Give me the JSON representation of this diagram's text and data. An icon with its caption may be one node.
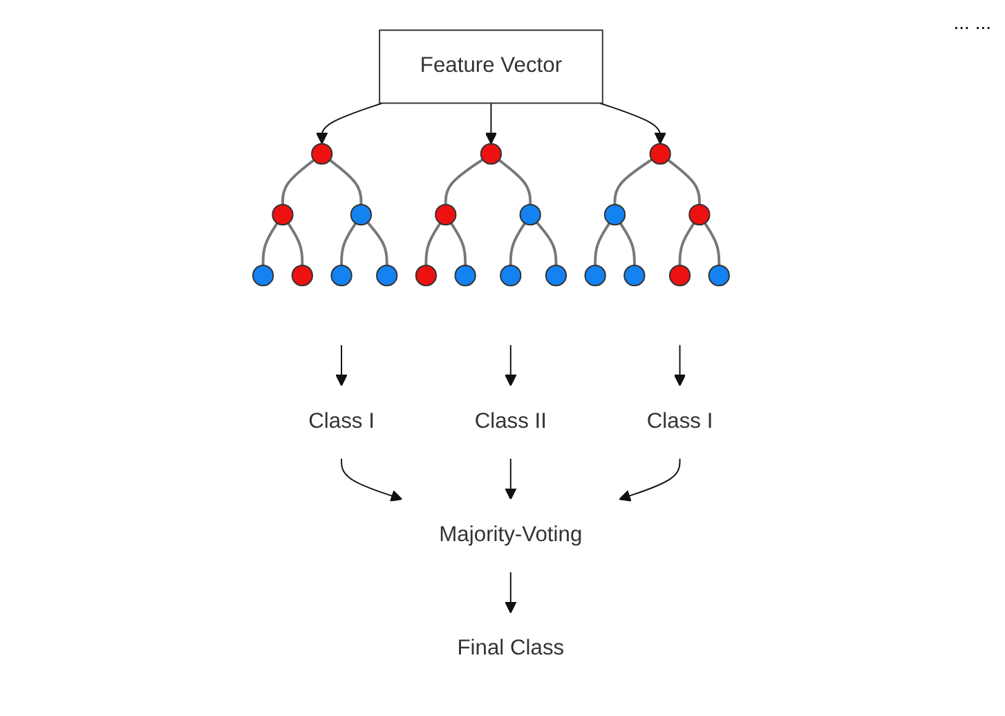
{
  "diagram": {
    "nodes": [
      {
        "text": [
          "Feature Vector"
        ]
      },
      {
        "text": [],
        "shape": "circle"
      },
      {
        "text": [],
        "shape": "circle"
      },
      {
        "text": [],
        "shape": "circle"
      },
      {
        "text": [],
        "shape": "circle"
      },
      {
        "text": [],
        "shape": "circle"
      },
      {
        "text": [],
        "shape": "circle"
      },
      {
        "text": [],
        "shape": "circle"
      },
      {
        "text": [],
        "shape": "circle"
      },
      {
        "text": [],
        "shape": "circle"
      },
      {
        "text": [],
        "shape": "circle"
      },
      {
        "text": [],
        "shape": "circle"
      },
      {
        "text": [],
        "shape": "circle"
      },
      {
        "text": [],
        "shape": "circle"
      },
      {
        "text": [],
        "shape": "circle"
      },
      {
        "text": [],
        "shape": "circle"
      },
      {
        "text": [],
        "shape": "circle"
      },
      {
        "text": [],
        "shape": "circle"
      },
      {
        "text": [],
        "shape": "circle"
      },
      {
        "text": [],
        "shape": "circle"
      },
      {
        "text": [],
        "shape": "circle"
      },
      {
        "text": [],
        "shape": "circle"
      },
      {
        "text": [
          "Class I"
        ]
      },
      {
        "text": [
          "Class II"
        ]
      },
      {
        "text": [
          "Class I"
        ]
      },
      {
        "text": [
          "Majority-Voting"
        ]
      },
      {
        "text": [
          "Final Class"
        ]
      }
    ],
    "edges": [
      {
        "from": 0,
        "to": 1,
        "arrow": "to",
        "color": "#111111"
      },
      {
        "from": 0,
        "to": 8,
        "arrow": "to",
        "color": "#111111"
      },
      {
        "from": 0,
        "to": 15,
        "arrow": "to",
        "color": "#111111"
      },
      {
        "from": 1,
        "to": 2,
        "arrow": "none"
      },
      {
        "from": 1,
        "to": 3,
        "arrow": "none"
      },
      {
        "from": 2,
        "to": 4,
        "arrow": "none"
      },
      {
        "from": 2,
        "to": 5,
        "arrow": "none"
      },
      {
        "from": 3,
        "to": 6,
        "arrow": "none"
      },
      {
        "from": 3,
        "to": 7,
        "arrow": "none"
      },
      {
        "from": 8,
        "to": 9,
        "arrow": "none"
      },
      {
        "from": 8,
        "to": 10,
        "arrow": "none"
      },
      {
        "from": 9,
        "to": 11,
        "arrow": "none"
      },
      {
        "from": 9,
        "to": 12,
        "arrow": "none"
      },
      {
        "from": 10,
        "to": 13,
        "arrow": "none"
      },
      {
        "from": 10,
        "to": 14,
        "arrow": "none"
      },
      {
        "from": 15,
        "to": 16,
        "arrow": "none"
      },
      {
        "from": 15,
        "to": 17,
        "arrow": "none"
      },
      {
        "from": 16,
        "to": 18,
        "arrow": "none"
      },
      {
        "from": 16,
        "to": 19,
        "arrow": "none"
      },
      {
        "from": 17,
        "to": 20,
        "arrow": "none"
      },
      {
        "from": 17,
        "to": 21,
        "arrow": "none"
      },
      {
        "from": null,
        "to": 22,
        "arrow": "to",
        "color": "#111111"
      },
      {
        "from": null,
        "to": 23,
        "arrow": "to",
        "color": "#111111"
      },
      {
        "from": null,
        "to": 24,
        "arrow": "to",
        "color": "#111111"
      },
      {
        "from": 22,
        "to": 25,
        "arrow": "to",
        "color": "#111111"
      },
      {
        "from": 23,
        "to": 25,
        "arrow": "to",
        "color": "#111111"
      },
      {
        "from": 24,
        "to": 25,
        "arrow": "to",
        "color": "#111111"
      },
      {
        "from": 25,
        "to": 26,
        "arrow": "to",
        "color": "#111111"
      }
    ],
    "labels": [
      "... ..."
    ]
  }
}
